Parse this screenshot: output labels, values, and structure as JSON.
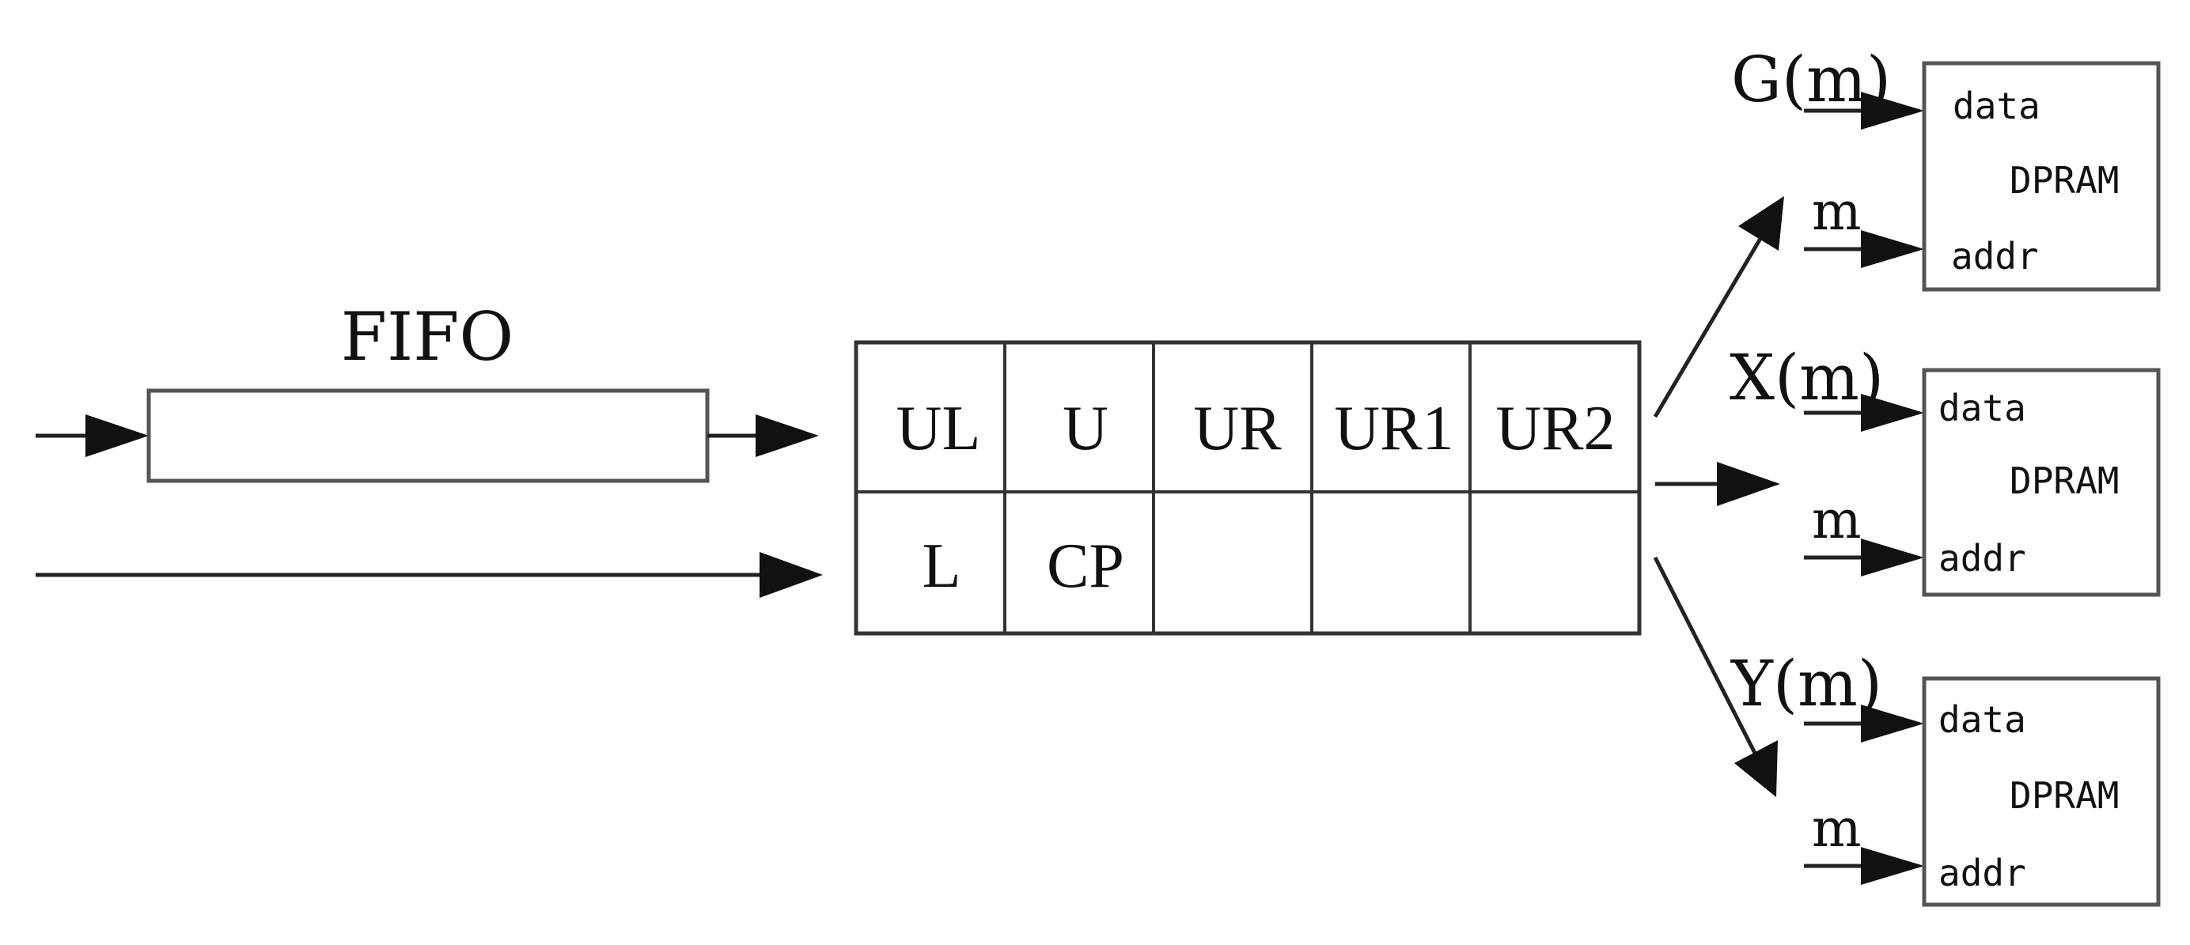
{
  "fifo": {
    "label": "FIFO"
  },
  "register_grid": {
    "top_row": [
      "UL",
      "U",
      "UR",
      "UR1",
      "UR2"
    ],
    "bottom_row": [
      "L",
      "CP",
      "",
      "",
      ""
    ]
  },
  "dprams": [
    {
      "name": "G(m)",
      "addr_input": "m",
      "data_port": "data",
      "block_label": "DPRAM",
      "addr_port": "addr"
    },
    {
      "name": "X(m)",
      "addr_input": "m",
      "data_port": "data",
      "block_label": "DPRAM",
      "addr_port": "addr"
    },
    {
      "name": "Y(m)",
      "addr_input": "m",
      "data_port": "data",
      "block_label": "DPRAM",
      "addr_port": "addr"
    }
  ]
}
